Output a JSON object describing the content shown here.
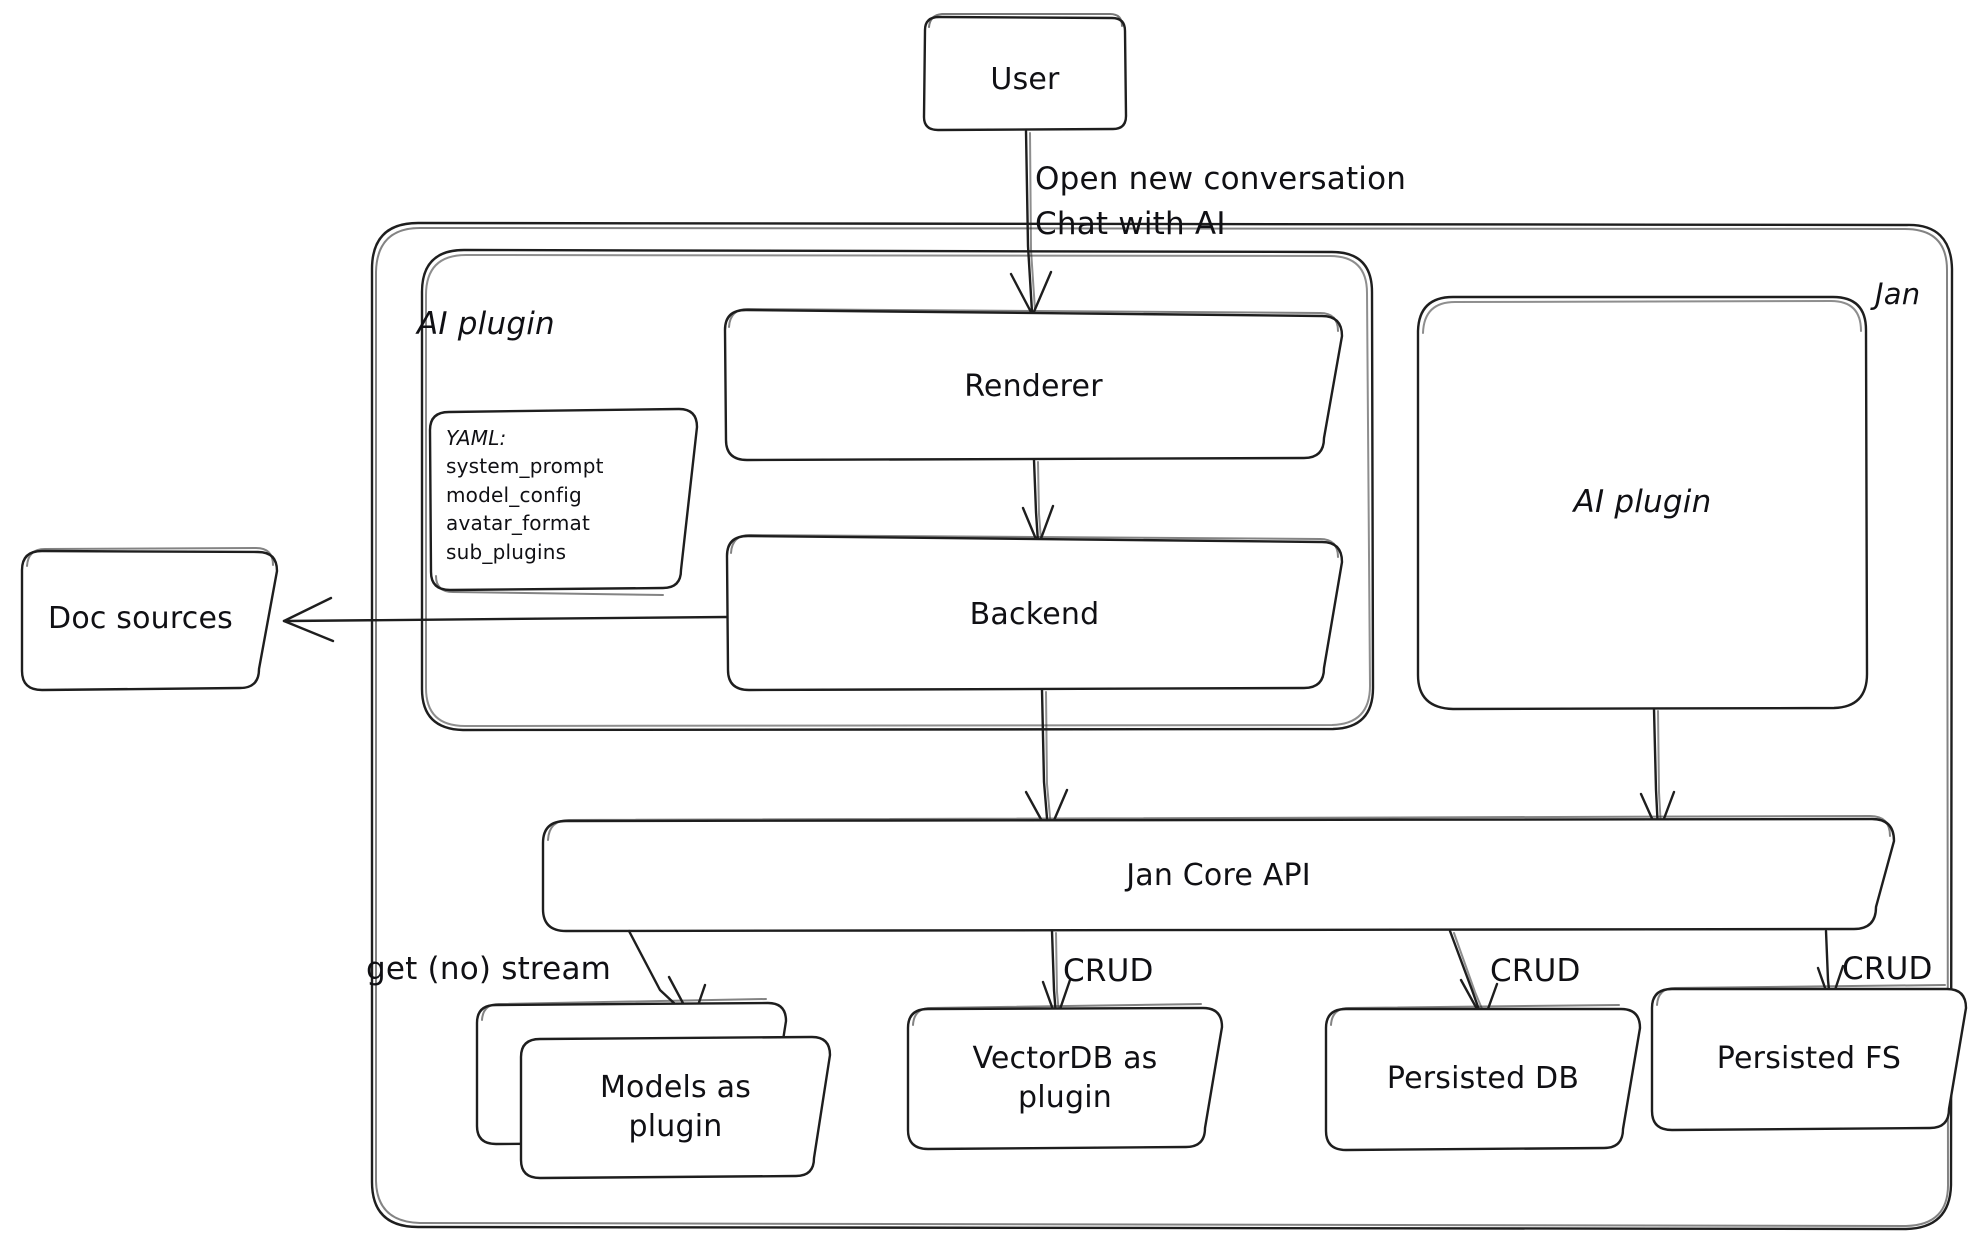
{
  "diagram": {
    "title": "Jan architecture diagram",
    "style": "hand-drawn",
    "stroke_color": "#1e1e1e",
    "background": "#ffffff"
  },
  "containers": {
    "jan": {
      "label": "Jan"
    },
    "ai_plugin_group": {
      "label": "AI plugin"
    }
  },
  "nodes": {
    "user": {
      "label": "User"
    },
    "renderer": {
      "label": "Renderer"
    },
    "backend": {
      "label": "Backend"
    },
    "ai_plugin_right": {
      "label": "AI plugin"
    },
    "doc_sources": {
      "label": "Doc sources"
    },
    "jan_core_api": {
      "label": "Jan Core API"
    },
    "models_as_plugin": {
      "label": "Models as\nplugin"
    },
    "vectordb_as_plugin": {
      "label": "VectorDB as\nplugin"
    },
    "persisted_db": {
      "label": "Persisted DB"
    },
    "persisted_fs": {
      "label": "Persisted FS"
    }
  },
  "yaml_note": {
    "heading": "YAML:",
    "keys": [
      "system_prompt",
      "model_config",
      "avatar_format",
      "sub_plugins"
    ]
  },
  "edge_labels": {
    "user_to_renderer_line1": "Open new conversation",
    "user_to_renderer_line2": "Chat with AI",
    "core_to_models": "get (no) stream",
    "core_to_vectordb": "CRUD",
    "core_to_persisted_db": "CRUD",
    "core_to_persisted_fs": "CRUD"
  }
}
